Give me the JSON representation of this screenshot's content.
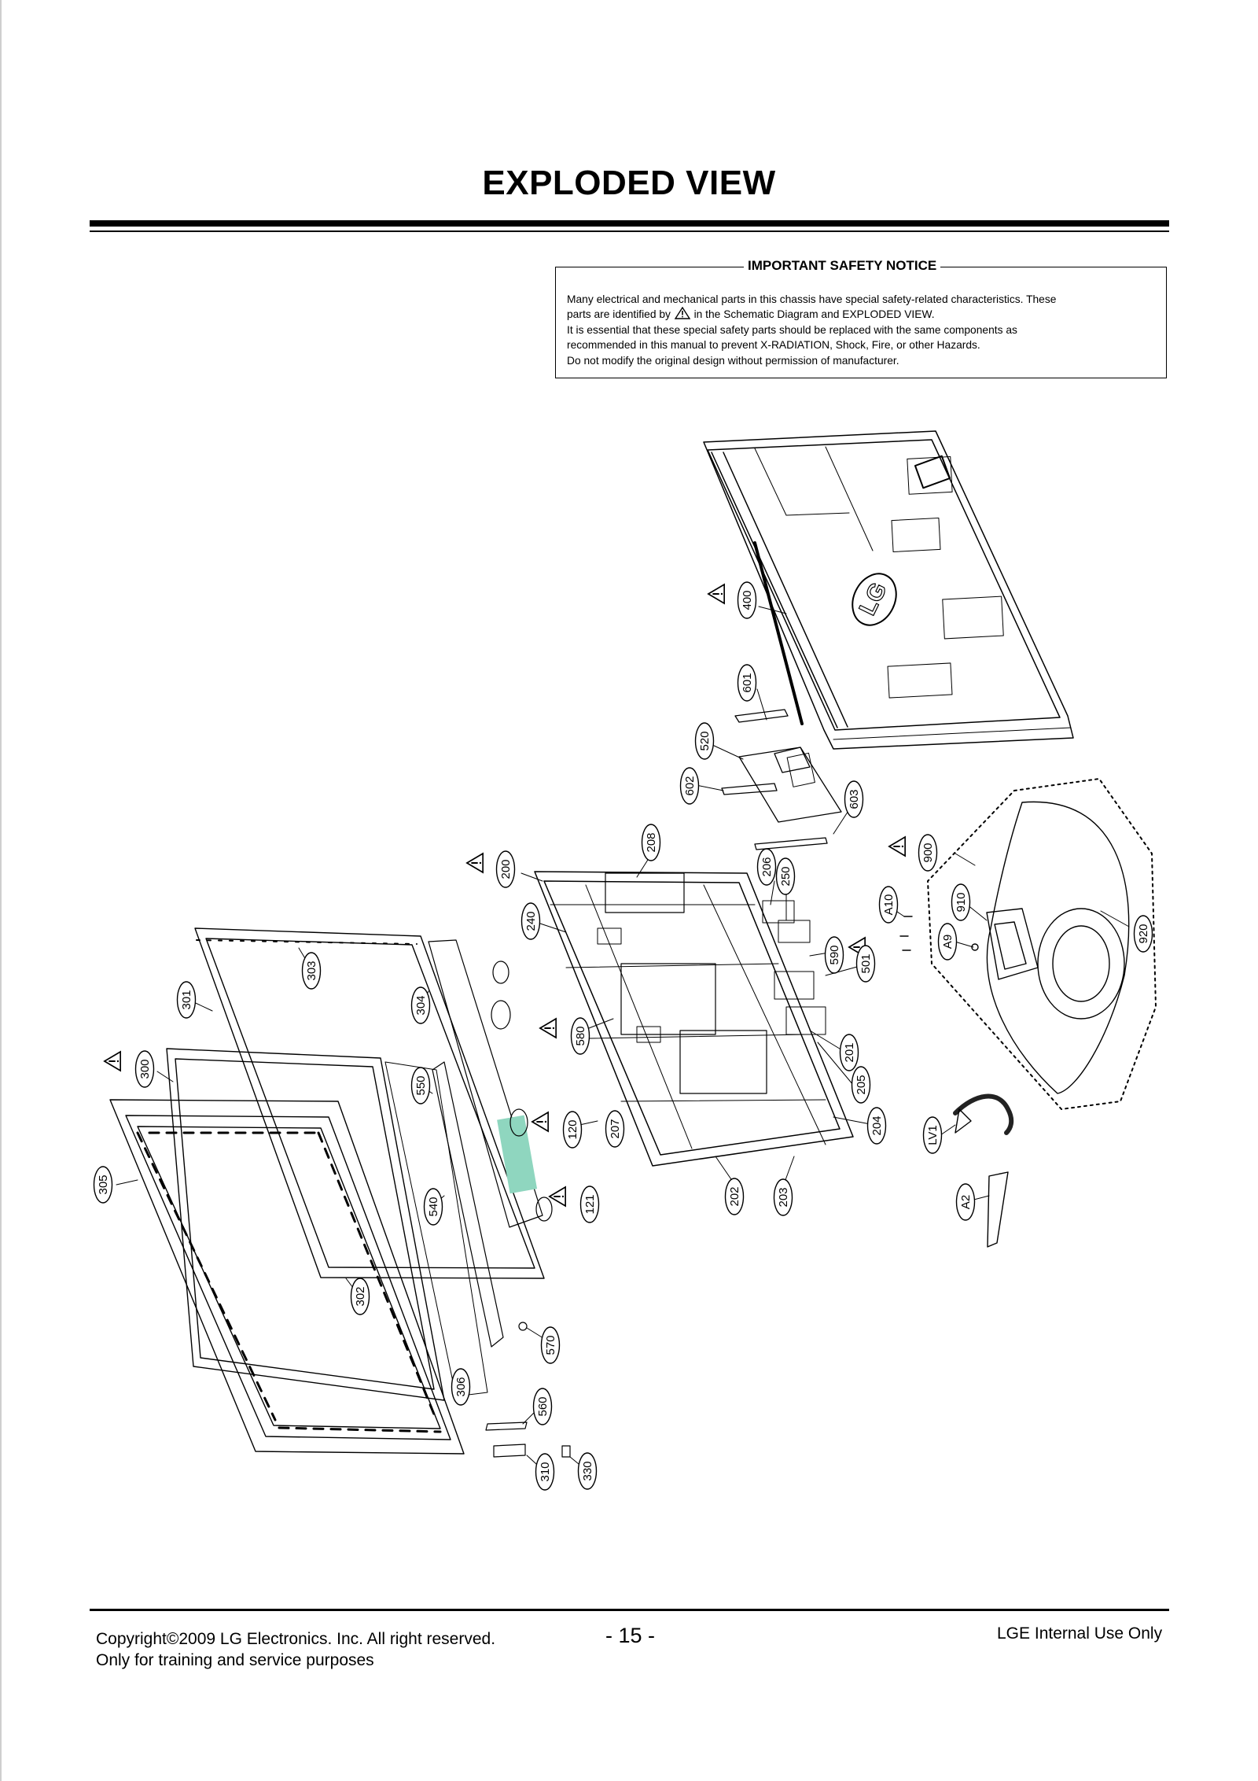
{
  "title": "EXPLODED VIEW",
  "notice": {
    "title": "IMPORTANT SAFETY NOTICE",
    "line1": "Many electrical and mechanical parts in this chassis have special safety-related characteristics. These",
    "line2_before": "parts are identified by",
    "line2_after": "in the Schematic Diagram and EXPLODED VIEW.",
    "line3": "It is essential that these special safety parts should be replaced with the same components as",
    "line4": "recommended in this manual to prevent X-RADIATION, Shock, Fire, or other Hazards.",
    "line5": "Do not modify the original design without permission of manufacturer."
  },
  "diagram": {
    "warning_icon": "warning-triangle-icon",
    "brand_logo": "LG",
    "callouts": [
      {
        "id": "400",
        "warning": true
      },
      {
        "id": "601",
        "warning": false
      },
      {
        "id": "520",
        "warning": false
      },
      {
        "id": "602",
        "warning": false
      },
      {
        "id": "603",
        "warning": false
      },
      {
        "id": "208",
        "warning": false
      },
      {
        "id": "200",
        "warning": true
      },
      {
        "id": "206",
        "warning": false
      },
      {
        "id": "250",
        "warning": false
      },
      {
        "id": "900",
        "warning": true
      },
      {
        "id": "A10",
        "warning": false
      },
      {
        "id": "910",
        "warning": false
      },
      {
        "id": "A9",
        "warning": false
      },
      {
        "id": "920",
        "warning": false
      },
      {
        "id": "240",
        "warning": false
      },
      {
        "id": "590",
        "warning": true
      },
      {
        "id": "501",
        "warning": false
      },
      {
        "id": "303",
        "warning": false
      },
      {
        "id": "301",
        "warning": false
      },
      {
        "id": "304",
        "warning": false
      },
      {
        "id": "580",
        "warning": true
      },
      {
        "id": "201",
        "warning": false
      },
      {
        "id": "205",
        "warning": false
      },
      {
        "id": "300",
        "warning": true
      },
      {
        "id": "550",
        "warning": false
      },
      {
        "id": "120",
        "warning": true
      },
      {
        "id": "207",
        "warning": false
      },
      {
        "id": "204",
        "warning": false
      },
      {
        "id": "LV1",
        "warning": false
      },
      {
        "id": "305",
        "warning": false
      },
      {
        "id": "540",
        "warning": false
      },
      {
        "id": "121",
        "warning": true
      },
      {
        "id": "202",
        "warning": false
      },
      {
        "id": "203",
        "warning": false
      },
      {
        "id": "A2",
        "warning": false
      },
      {
        "id": "302",
        "warning": false
      },
      {
        "id": "570",
        "warning": false
      },
      {
        "id": "306",
        "warning": false
      },
      {
        "id": "560",
        "warning": false
      },
      {
        "id": "310",
        "warning": false
      },
      {
        "id": "330",
        "warning": false
      }
    ]
  },
  "footer": {
    "copyright": "Copyright©2009 LG Electronics. Inc. All right reserved.",
    "purpose": "Only for training and service purposes",
    "page": "- 15 -",
    "internal": "LGE Internal Use Only"
  }
}
